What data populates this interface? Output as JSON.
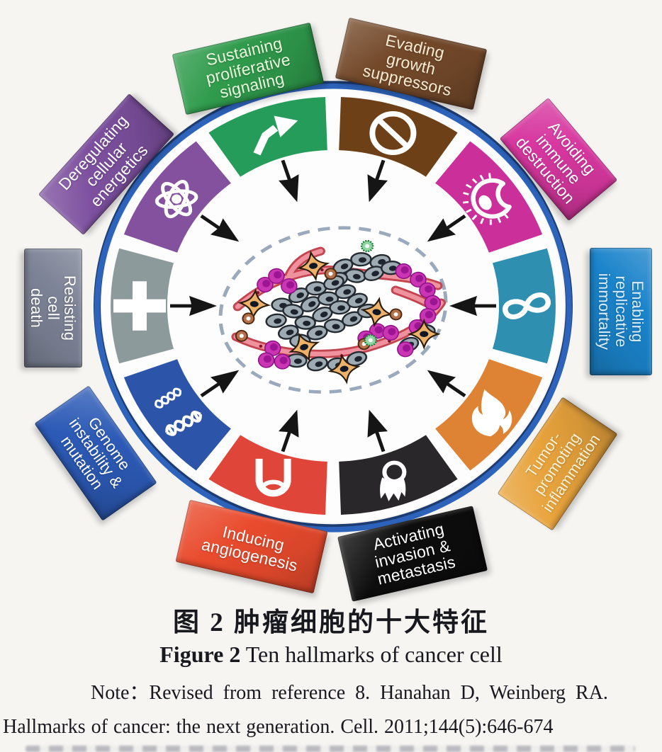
{
  "figure": {
    "background_color": "#f6f5f2",
    "wheel": {
      "ring_color": "#2d63bb",
      "ring_edge_color": "#1c3c72",
      "interior_color": "#fdfdfd",
      "arrow_color": "#151515",
      "icon_color": "#ffffff",
      "segments": [
        {
          "id": "sustaining-proliferative-signaling",
          "color": "#259c59",
          "icon": "curved-arrow-icon"
        },
        {
          "id": "evading-growth-suppressors",
          "color": "#6d4017",
          "icon": "prohibition-icon"
        },
        {
          "id": "avoiding-immune-destruction",
          "color": "#ca2f9a",
          "icon": "immune-cell-icon"
        },
        {
          "id": "enabling-replicative-immortality",
          "color": "#2e8fb0",
          "icon": "infinity-icon"
        },
        {
          "id": "tumor-promoting-inflammation",
          "color": "#de8334",
          "icon": "flame-icon"
        },
        {
          "id": "activating-invasion-metastasis",
          "color": "#2a272a",
          "icon": "invading-cell-icon"
        },
        {
          "id": "inducing-angiogenesis",
          "color": "#e0453a",
          "icon": "vessel-sprout-icon"
        },
        {
          "id": "genome-instability-mutation",
          "color": "#2c54a8",
          "icon": "dna-icon"
        },
        {
          "id": "resisting-cell-death",
          "color": "#8d9a9b",
          "icon": "medical-cross-icon"
        },
        {
          "id": "deregulating-cellular-energetics",
          "color": "#84519f",
          "icon": "atom-icon"
        }
      ]
    },
    "labels": [
      {
        "lines": [
          "Sustaining",
          "proliferative",
          "signaling"
        ],
        "box_color": "#2f9b4c",
        "text_color": "#eafadd"
      },
      {
        "lines": [
          "Evading",
          "growth",
          "suppressors"
        ],
        "box_color": "#74492a",
        "text_color": "#f7ecd2"
      },
      {
        "lines": [
          "Avoiding",
          "immune",
          "destruction"
        ],
        "box_color": "#d7379f",
        "text_color": "#ffffff"
      },
      {
        "lines": [
          "Enabling",
          "replicative",
          "immortality"
        ],
        "box_color": "#1a83ca",
        "text_color": "#d9edfa"
      },
      {
        "lines": [
          "Tumor-",
          "promoting",
          "inflammation"
        ],
        "box_color": "#e8a33c",
        "text_color": "#fdf3d4"
      },
      {
        "lines": [
          "Activating",
          "invasion &",
          "metastasis"
        ],
        "box_color": "#0d0d0d",
        "text_color": "#ffffff"
      },
      {
        "lines": [
          "Inducing",
          "angiogenesis"
        ],
        "box_color": "#e94b2d",
        "text_color": "#ffffff"
      },
      {
        "lines": [
          "Genome",
          "instability &",
          "mutation"
        ],
        "box_color": "#2c5ab6",
        "text_color": "#ffffff"
      },
      {
        "lines": [
          "Resisting",
          "cell",
          "death"
        ],
        "box_color": "#7d8396",
        "text_color": "#ffffff"
      },
      {
        "lines": [
          "Deregulating",
          "cellular",
          "energetics"
        ],
        "box_color": "#7d509f",
        "text_color": "#ffffff"
      }
    ],
    "illustration": {
      "boundary_color": "#9aaabc",
      "tumor_cell_color": "#9fabb3",
      "nucleus_color": "#1d242e",
      "immune_cell_color": "#c935b3",
      "immune_nucleus_color": "#9c1592",
      "stroma_cell_color": "#edb26a",
      "donut_cell_color": "#b5714a",
      "green_cell_color": "#8fd6a0",
      "vessel_outline_color": "#c24550",
      "vessel_fill_color": "#f0919e",
      "vessel_dot_color": "#801525"
    },
    "caption": {
      "title_zh": "图 2 肿瘤细胞的十大特征",
      "title_en_prefix": "Figure 2",
      "title_en_rest": " Ten hallmarks of cancer cell",
      "note": "Note：Revised from reference 8. Hanahan D, Weinberg RA.",
      "reference": "Hallmarks of cancer: the next generation. Cell. 2011;144(5):646-674"
    }
  }
}
